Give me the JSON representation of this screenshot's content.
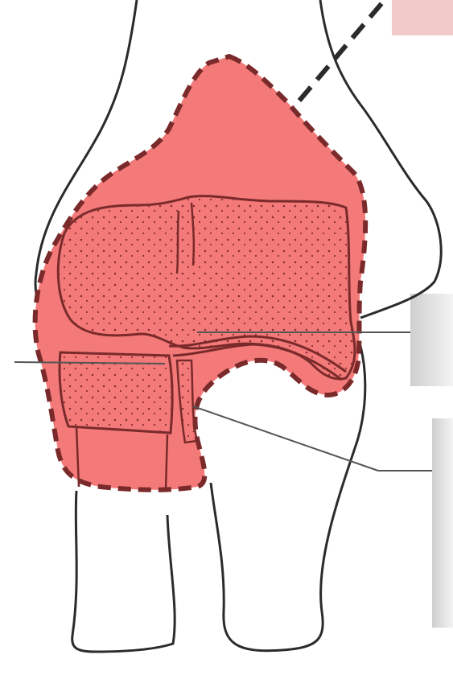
{
  "caption": "",
  "colors": {
    "capsule_fill": "#f47a7a",
    "capsule_stroke": "#7a2a2a",
    "bone_stroke": "#2b2b2b",
    "pointer_line": "#555555",
    "placeholder_label_bg": "#e8e8e8",
    "top_tag": "#f2c9c9"
  },
  "structures": [
    "humerus-shaft",
    "humeral-condyle",
    "radius",
    "ulna",
    "joint-capsule"
  ],
  "labels": []
}
